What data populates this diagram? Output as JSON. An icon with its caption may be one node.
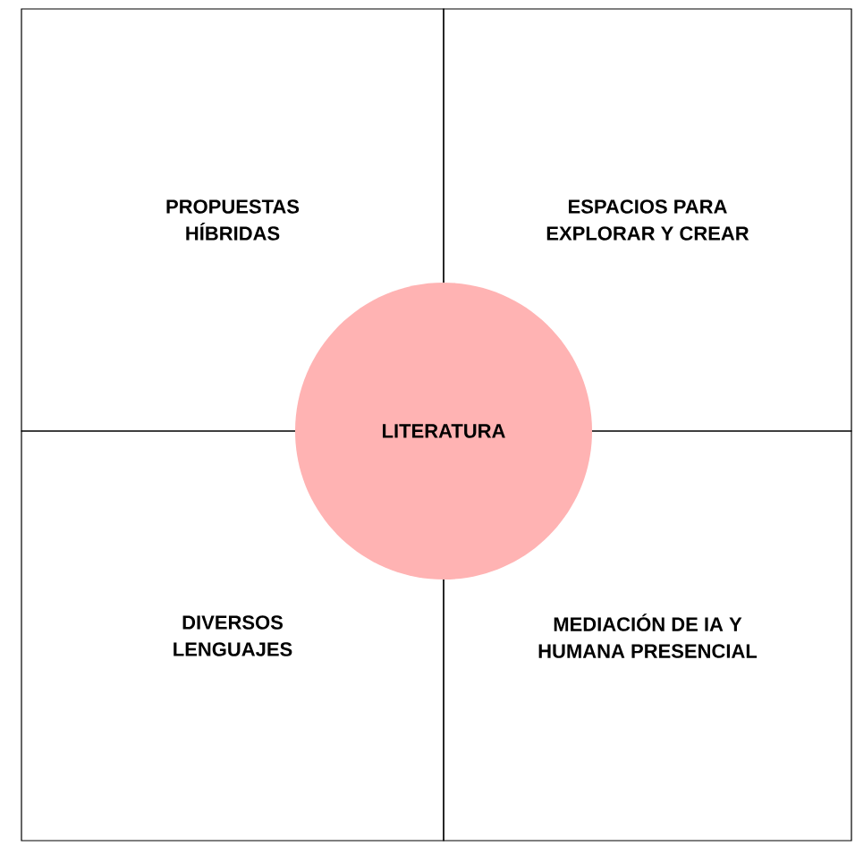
{
  "diagram": {
    "nodes": [
      {
        "text": [
          "PROPUESTAS HÍBRIDAS"
        ]
      },
      {
        "text": [
          "ESPACIOS PARA EXPLORAR Y CREAR"
        ]
      },
      {
        "text": [
          "DIVERSOS LENGUAJES"
        ]
      },
      {
        "text": [
          "MEDIACIÓN DE IA Y HUMANA PRESENCIAL"
        ]
      },
      {
        "text": [
          "LITERATURA"
        ]
      }
    ]
  }
}
